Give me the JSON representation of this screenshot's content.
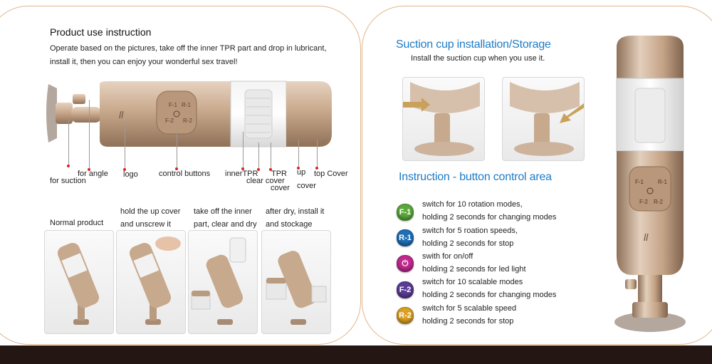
{
  "left": {
    "title": "Product use instruction",
    "intro_line1": "Operate based on the pictures, take off the inner TPR part and drop in lubricant,",
    "intro_line2": "install it, then you can enjoy your wonderful sex travel!",
    "device_buttons": [
      "F-1",
      "R-1",
      "F-2",
      "R-2"
    ],
    "labels": {
      "for_angle": "for angle",
      "for_suction": "for suction",
      "logo": "logo",
      "control_buttons": "control buttons",
      "inner_tpr": "innerTPR",
      "clear_cover_1": "clear cover",
      "tpr_cover_1": "TPR",
      "tpr_cover_2": "cover",
      "up_cover_1": "up",
      "up_cover_2": "cover",
      "top_cover": "top Cover"
    },
    "steps": [
      {
        "line1": "Normal product",
        "line2": ""
      },
      {
        "line1": "hold the up cover",
        "line2": "and unscrew it"
      },
      {
        "line1": "take off the inner",
        "line2": "part, clear and dry"
      },
      {
        "line1": "after dry, install it",
        "line2": "and stockage"
      }
    ]
  },
  "right": {
    "suction_title": "Suction cup installation/Storage",
    "suction_sub": "Install the suction cup when you use it.",
    "instruction_title": "Instruction - button control area",
    "buttons": [
      {
        "badge": "F-1",
        "color": "#5aa83a",
        "line1": "switch for 10 rotation modes,",
        "line2": "holding 2 seconds for changing modes"
      },
      {
        "badge": "R-1",
        "color": "#1f6fb8",
        "line1": "switch for 5 roation speeds,",
        "line2": "holding 2 seconds for stop"
      },
      {
        "badge": "⏻",
        "color": "#c02a8e",
        "line1": "swith for on/off",
        "line2": "holding 2 seconds for led light"
      },
      {
        "badge": "F-2",
        "color": "#5b3c94",
        "line1": "switch for 10 scalable modes",
        "line2": "holding 2 seconds for changing modes"
      },
      {
        "badge": "R-2",
        "color": "#d9a021",
        "line1": "switch for 5 scalable speed",
        "line2": "holding 2 seconds for stop"
      }
    ],
    "device_buttons": [
      "F-1",
      "R-1",
      "F-2",
      "R-2"
    ]
  },
  "colors": {
    "accent_blue": "#1e7bc5",
    "border_tan": "#e0b48a",
    "device_gold": "#c7a98d",
    "bottom_bar": "#241612"
  }
}
